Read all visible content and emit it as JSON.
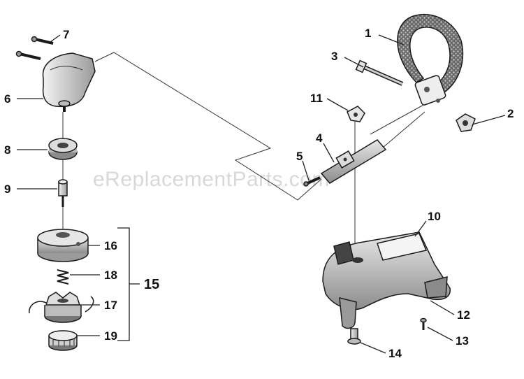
{
  "watermark": "eReplacementParts.com",
  "callouts": {
    "c1": "1",
    "c2": "2",
    "c3": "3",
    "c4": "4",
    "c5": "5",
    "c6": "6",
    "c7": "7",
    "c8": "8",
    "c9": "9",
    "c10": "10",
    "c11": "11",
    "c12": "12",
    "c13": "13",
    "c14": "14",
    "c15": "15",
    "c16": "16",
    "c17": "17",
    "c18": "18",
    "c19": "19"
  },
  "colors": {
    "ink": "#1a1a1a",
    "watermark": "#d8d8d8",
    "background": "#ffffff"
  }
}
